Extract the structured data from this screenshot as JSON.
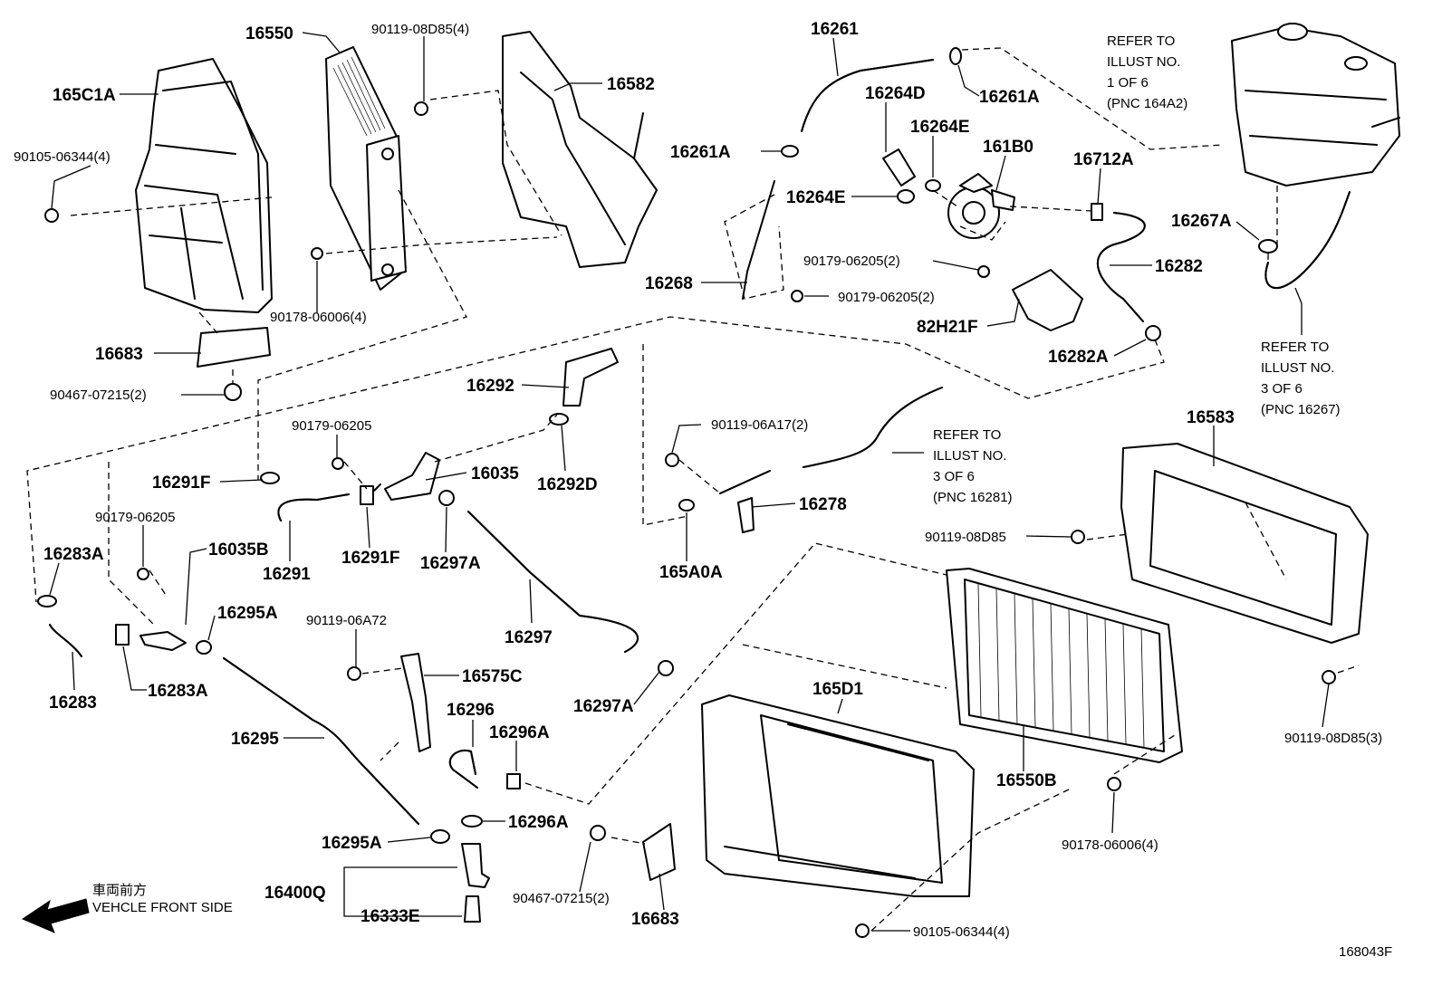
{
  "labels": {
    "p165C1A": "165C1A",
    "p16550": "16550",
    "b9011908D85_4": "90119-08D85(4)",
    "p16582": "16582",
    "b9010506344_4": "90105-06344(4)",
    "b9017806006_4": "90178-06006(4)",
    "p16683_a": "16683",
    "b9046707215_a": "90467-07215(2)",
    "p16261": "16261",
    "p16264D": "16264D",
    "p16261A_r": "16261A",
    "p16264E_a": "16264E",
    "p161B0": "161B0",
    "p16712A": "16712A",
    "p16261A_l": "16261A",
    "p16264E_b": "16264E",
    "b9017906205_a": "90179-06205(2)",
    "p16268": "16268",
    "b9017906205_b": "90179-06205(2)",
    "p82H21F": "82H21F",
    "p16282": "16282",
    "p16282A": "16282A",
    "p16267A": "16267A",
    "p16292": "16292",
    "p16292D": "16292D",
    "b9017906205_c": "90179-06205",
    "p16035": "16035",
    "p16291F_a": "16291F",
    "p16291": "16291",
    "p16291F_b": "16291F",
    "p16297A_a": "16297A",
    "b9011906A17": "90119-06A17(2)",
    "p16278": "16278",
    "p165A0A": "165A0A",
    "p16583": "16583",
    "b9011908D85_a": "90119-08D85",
    "b9017906205_d": "90179-06205",
    "p16035B": "16035B",
    "p16283A_a": "16283A",
    "p16295A_a": "16295A",
    "p16283": "16283",
    "p16283A_b": "16283A",
    "b9011906A72": "90119-06A72",
    "p16575C": "16575C",
    "p16297": "16297",
    "p16297A_b": "16297A",
    "p16295": "16295",
    "p16296": "16296",
    "p16296A_a": "16296A",
    "p16296A_b": "16296A",
    "p16295A_b": "16295A",
    "p16400Q": "16400Q",
    "p16333E": "16333E",
    "p165D1": "165D1",
    "p16550B": "16550B",
    "b9011908D85_3": "90119-08D85(3)",
    "b9017806006_b": "90178-06006(4)",
    "b9046707215_b": "90467-07215(2)",
    "p16683_b": "16683",
    "b9010506344_b": "90105-06344(4)"
  },
  "refer_notes": {
    "tank": [
      "REFER TO",
      "ILLUST NO.",
      "1 OF 6",
      "(PNC 164A2)"
    ],
    "hose_16267": [
      "REFER TO",
      "ILLUST NO.",
      "3 OF 6",
      "(PNC 16267)"
    ],
    "hose_16281": [
      "REFER TO",
      "ILLUST NO.",
      "3 OF 6",
      "(PNC 16281)"
    ]
  },
  "front_indicator": {
    "japanese": "車両前方",
    "english": "VEHCLE FRONT SIDE"
  },
  "illustration_id": "168043F"
}
